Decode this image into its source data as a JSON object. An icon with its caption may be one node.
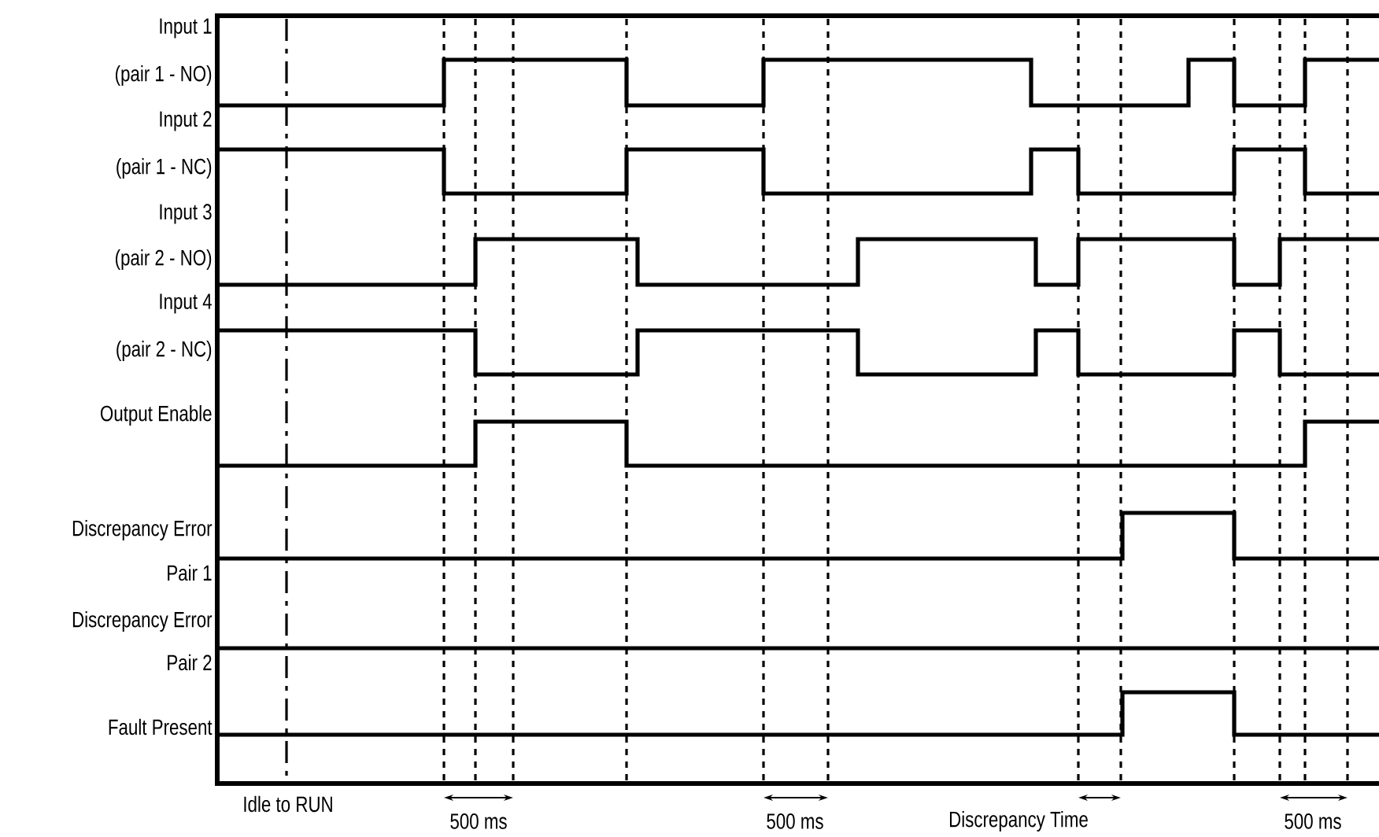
{
  "diagram": {
    "labels": [
      "Input 1",
      "(pair 1 - NO)",
      "Input 2",
      "(pair 1 - NC)",
      "Input 3",
      "(pair 2 - NO)",
      "Input 4",
      "(pair 2 - NC)",
      "Output Enable",
      "Discrepancy Error",
      "Pair 1",
      "Discrepancy Error",
      "Pair 2",
      "Fault Present",
      "Idle to RUN",
      "500 ms",
      "500 ms",
      "Discrepancy Time",
      "500 ms"
    ]
  }
}
